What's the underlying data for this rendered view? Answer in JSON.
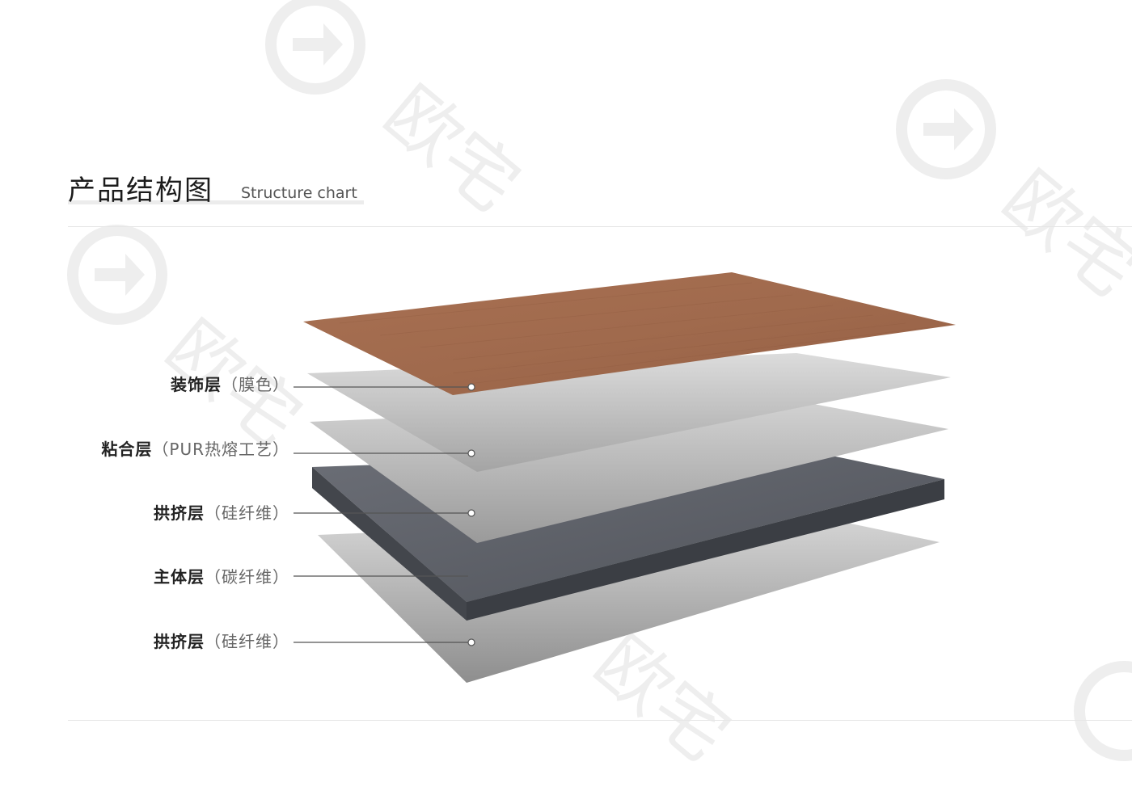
{
  "header": {
    "title_cn": "产品结构图",
    "title_en": "Structure chart"
  },
  "watermark": {
    "text": "欧宅",
    "color": "#e9e9e9"
  },
  "layers": [
    {
      "name": "装饰层",
      "detail": "（膜色）",
      "color": "#a26a4d"
    },
    {
      "name": "粘合层",
      "detail": "（PUR热熔工艺）",
      "color": "#cfcfcf"
    },
    {
      "name": "拱挤层",
      "detail": "（硅纤维）",
      "color": "#bdbdbd"
    },
    {
      "name": "主体层",
      "detail": "（碳纤维）",
      "color": "#5c5f66"
    },
    {
      "name": "拱挤层",
      "detail": "（硅纤维）",
      "color": "#b5b5b5"
    }
  ],
  "colors": {
    "wood": "#a26a4d",
    "carbon": "#5c5f66",
    "leader_line": "#555555"
  }
}
